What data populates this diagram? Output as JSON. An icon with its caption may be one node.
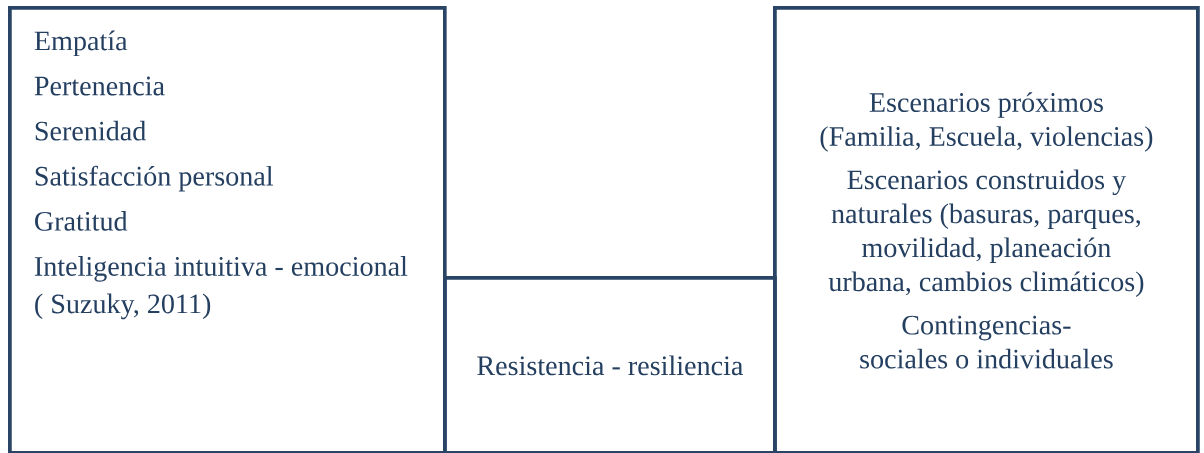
{
  "diagram": {
    "nodes": [
      {
        "text": [
          "Empatía",
          "Pertenencia",
          "Serenidad",
          "Satisfacción personal",
          "Gratitud",
          "Inteligencia intuitiva - emocional ( Suzuky, 2011)"
        ]
      },
      {
        "text": [
          "Resistencia - resiliencia"
        ]
      },
      {
        "text": [
          "Escenarios próximos (Familia, Escuela, violencias)",
          "Escenarios construidos y naturales (basuras, parques, movilidad, planeación urbana, cambios climáticos)",
          "Contingencias- sociales o individuales"
        ]
      }
    ]
  }
}
